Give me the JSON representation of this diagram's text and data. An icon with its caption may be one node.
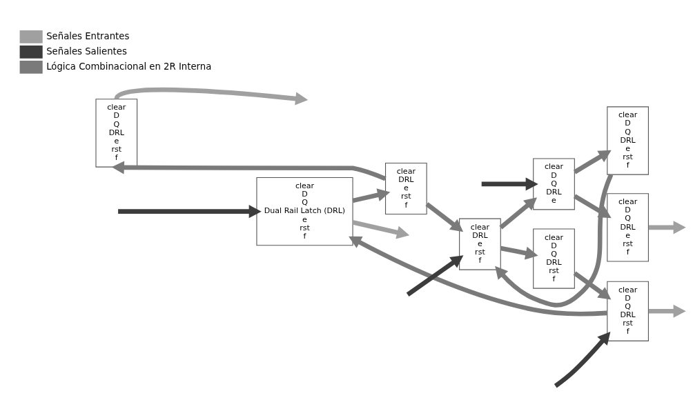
{
  "diagram": {
    "nodes": [
      {
        "text": [
          "clear",
          "D",
          "Q",
          "DRL",
          "e",
          "rst",
          "f"
        ]
      },
      {
        "text": [
          "clear",
          "D",
          "Q",
          "Dual Rail Latch (DRL)",
          "e",
          "rst",
          "f"
        ]
      },
      {
        "text": [
          "clear",
          "DRL",
          "e",
          "rst",
          "f"
        ]
      },
      {
        "text": [
          "clear",
          "DRL",
          "e",
          "rst",
          "f"
        ]
      },
      {
        "text": [
          "clear",
          "D",
          "Q",
          "DRL",
          "e"
        ]
      },
      {
        "text": [
          "clear",
          "D",
          "Q",
          "DRL",
          "e",
          "rst",
          "f"
        ]
      },
      {
        "text": [
          "clear",
          "D",
          "Q",
          "DRL",
          "e",
          "rst",
          "f"
        ]
      },
      {
        "text": [
          "clear",
          "D",
          "Q",
          "DRL",
          "rst",
          "f"
        ]
      },
      {
        "text": [
          "clear",
          "D",
          "Q",
          "DRL",
          "rst",
          "f"
        ]
      }
    ],
    "edges": [
      {
        "from": 0,
        "to": null,
        "arrow": "to",
        "color": "#a0a0a0"
      },
      {
        "from": 2,
        "to": 0,
        "arrow": "to"
      },
      {
        "from": null,
        "to": 1,
        "arrow": "to",
        "color": "#3c3c3c"
      },
      {
        "from": 1,
        "to": 2,
        "arrow": "to"
      },
      {
        "from": 1,
        "to": null,
        "arrow": "to",
        "color": "#a0a0a0"
      },
      {
        "from": 8,
        "to": 1,
        "arrow": "to"
      },
      {
        "from": 2,
        "to": 3,
        "arrow": "to"
      },
      {
        "from": null,
        "to": 3,
        "arrow": "to",
        "color": "#3c3c3c"
      },
      {
        "from": 5,
        "to": 3,
        "arrow": "to"
      },
      {
        "from": null,
        "to": 4,
        "arrow": "to",
        "color": "#3c3c3c"
      },
      {
        "from": 3,
        "to": 4,
        "arrow": "to"
      },
      {
        "from": 4,
        "to": 5,
        "arrow": "to"
      },
      {
        "from": 4,
        "to": 6,
        "arrow": "to"
      },
      {
        "from": 6,
        "to": null,
        "arrow": "to",
        "color": "#a0a0a0"
      },
      {
        "from": 3,
        "to": 7,
        "arrow": "to"
      },
      {
        "from": 7,
        "to": 8,
        "arrow": "to"
      },
      {
        "from": null,
        "to": 8,
        "arrow": "to",
        "color": "#3c3c3c"
      },
      {
        "from": 8,
        "to": null,
        "arrow": "to",
        "color": "#a0a0a0"
      }
    ],
    "legend": [
      {
        "text": "Señales Entrantes",
        "color": "#a0a0a0"
      },
      {
        "text": "Señales Salientes",
        "color": "#3c3c3c"
      },
      {
        "text": "Lógica Combinacional en 2R Interna",
        "color": "#7a7a7a"
      }
    ]
  }
}
